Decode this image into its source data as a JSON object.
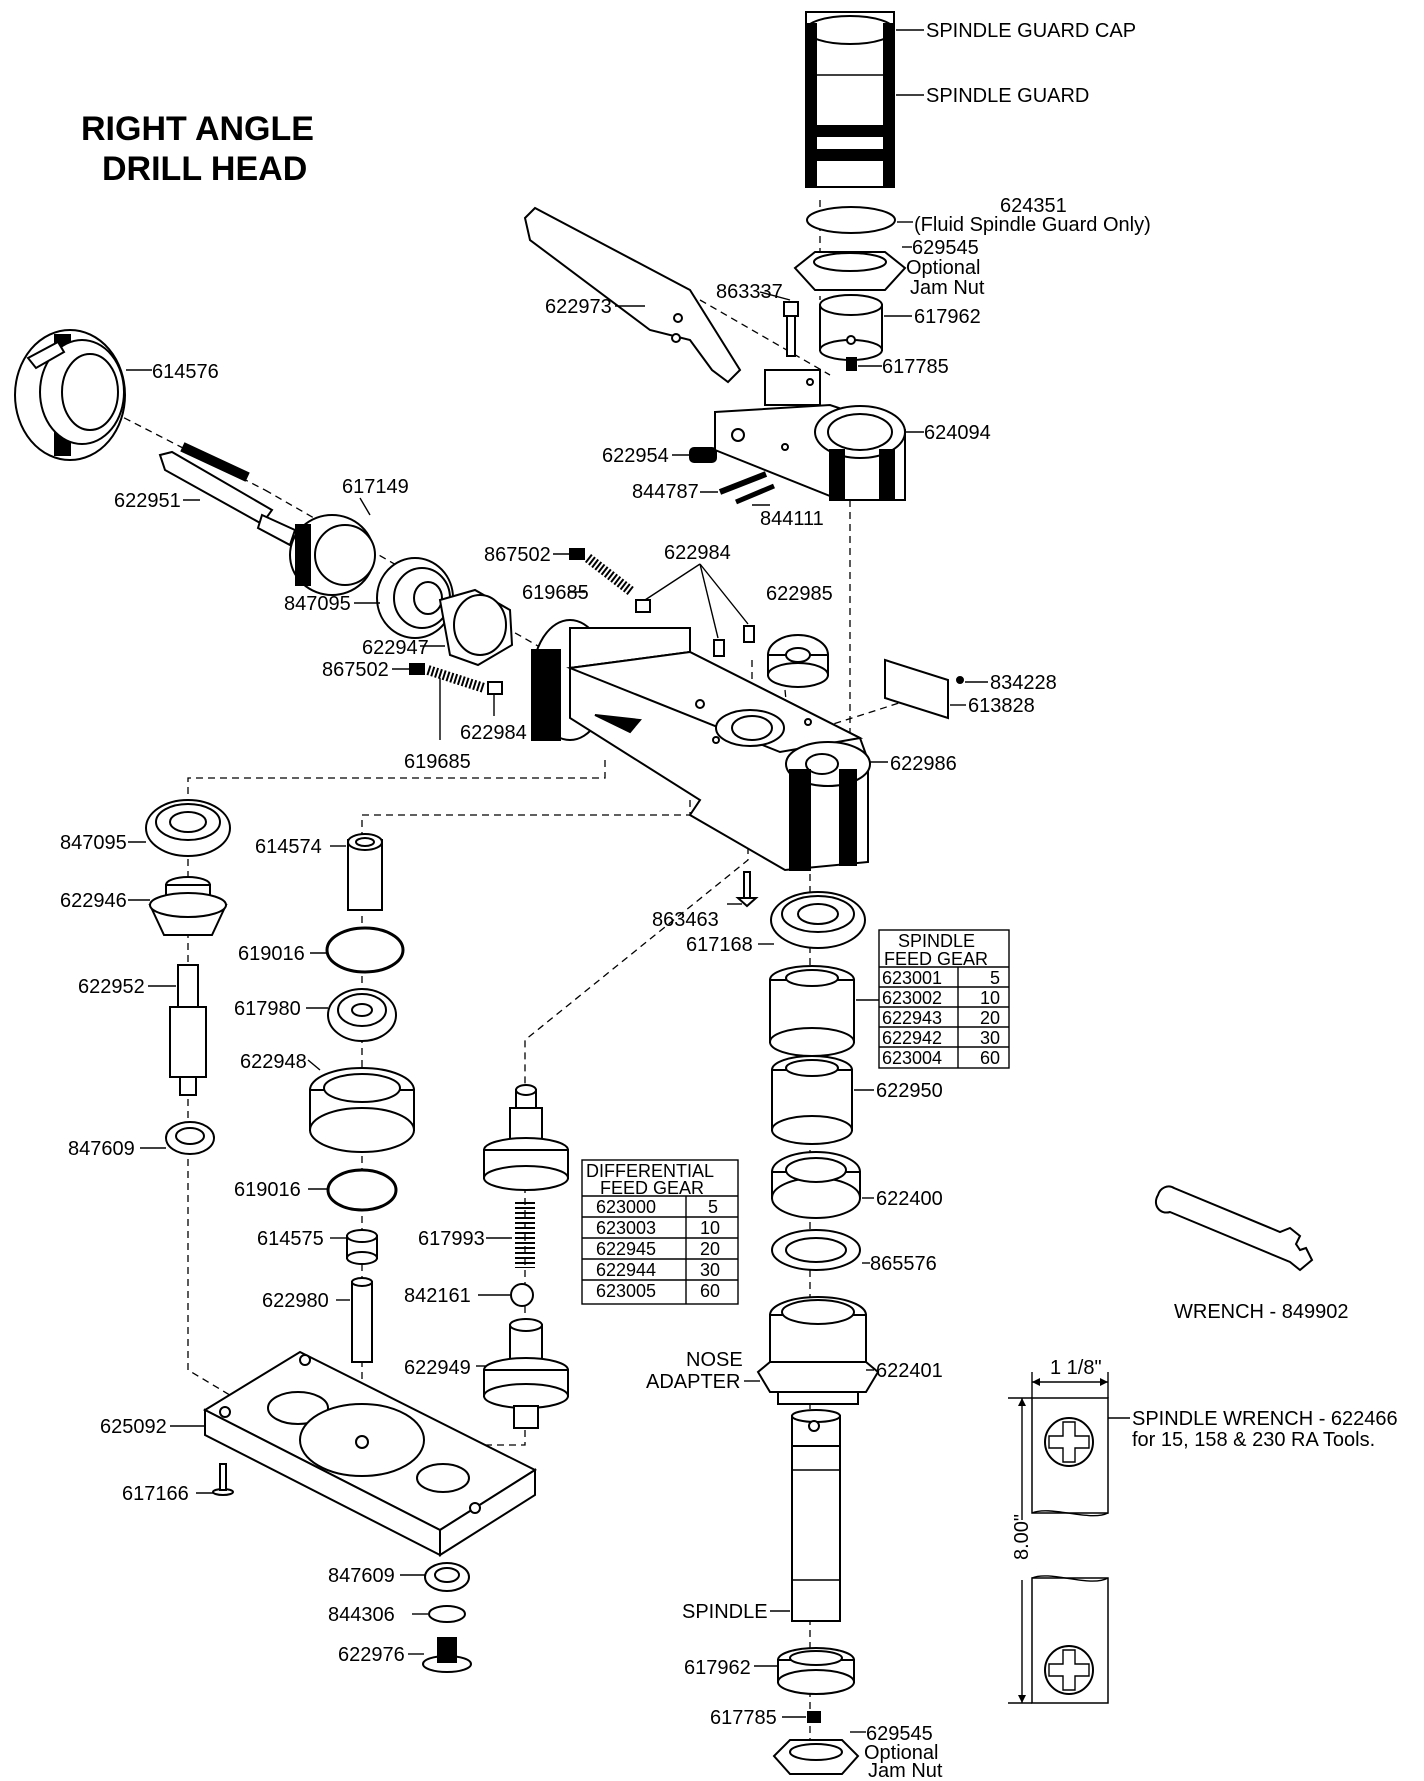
{
  "title": {
    "line1": "RIGHT ANGLE",
    "line2": "DRILL HEAD"
  },
  "labels": {
    "spindle_guard_cap": "SPINDLE GUARD CAP",
    "spindle_guard": "SPINDLE GUARD",
    "p624351": "624351",
    "p624351_note": "(Fluid Spindle Guard Only)",
    "p629545_top": "629545",
    "optional_top": "Optional",
    "jam_nut_top": "Jam Nut",
    "p863337": "863337",
    "p622973": "622973",
    "p617962_top": "617962",
    "p617785_top": "617785",
    "p614576": "614576",
    "p624094": "624094",
    "p622954": "622954",
    "p844787": "844787",
    "p844111": "844111",
    "p622951": "622951",
    "p617149": "617149",
    "p867502_a": "867502",
    "p622984_a": "622984",
    "p619685_a": "619685",
    "p622985": "622985",
    "p847095_a": "847095",
    "p622947": "622947",
    "p867502_b": "867502",
    "p834228": "834228",
    "p613828": "613828",
    "p622984_b": "622984",
    "p619685_b": "619685",
    "p622986": "622986",
    "p847095_b": "847095",
    "p614574": "614574",
    "p622946": "622946",
    "p863463": "863463",
    "p617168": "617168",
    "p619016_a": "619016",
    "p622952": "622952",
    "p617980": "617980",
    "p622948": "622948",
    "p622950": "622950",
    "p847609_a": "847609",
    "p619016_b": "619016",
    "p622400": "622400",
    "p614575": "614575",
    "p617993": "617993",
    "p865576": "865576",
    "p622980": "622980",
    "p842161": "842161",
    "wrench": "WRENCH - 849902",
    "nose": "NOSE",
    "adapter": "ADAPTER",
    "p622401": "622401",
    "p622949": "622949",
    "p625092": "625092",
    "p617166": "617166",
    "spindle_wrench": "SPINDLE WRENCH - 622466",
    "spindle_wrench_note": "for 15, 158 & 230 RA Tools.",
    "dim_width": "1 1/8\"",
    "dim_height": "8.00\"",
    "p847609_b": "847609",
    "p844306": "844306",
    "p622976": "622976",
    "spindle": "SPINDLE",
    "p617962_bot": "617962",
    "p617785_bot": "617785",
    "p629545_bot": "629545",
    "optional_bot": "Optional",
    "jam_nut_bot": "Jam Nut"
  },
  "spindle_feed_gear": {
    "title1": "SPINDLE",
    "title2": "FEED GEAR",
    "rows": [
      [
        "623001",
        "5"
      ],
      [
        "623002",
        "10"
      ],
      [
        "622943",
        "20"
      ],
      [
        "622942",
        "30"
      ],
      [
        "623004",
        "60"
      ]
    ]
  },
  "differential_feed_gear": {
    "title1": "DIFFERENTIAL",
    "title2": "FEED GEAR",
    "rows": [
      [
        "623000",
        "5"
      ],
      [
        "623003",
        "10"
      ],
      [
        "622945",
        "20"
      ],
      [
        "622944",
        "30"
      ],
      [
        "623005",
        "60"
      ]
    ]
  }
}
